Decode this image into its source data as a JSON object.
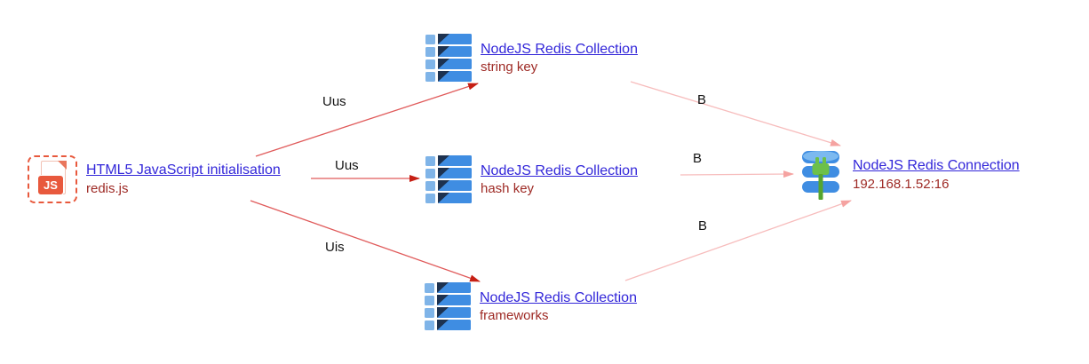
{
  "colors": {
    "link": "#3226d9",
    "subtitle": "#9e2a25",
    "label": "#141414",
    "edge_strong": "#e05a5a",
    "edge_strong_head": "#c61f14",
    "edge_weak": "#f7bcbc",
    "edge_weak_head": "#f5a3a1",
    "js_orange": "#e8593d",
    "js_fold": "#e9765c",
    "collection_bar": "#3f8de2",
    "collection_square": "#7fb4e8",
    "collection_fold": "#1d3250",
    "db_blue": "#3f8de2",
    "db_top": "#7cb9f0",
    "plug_green": "#6cc04a",
    "plug_stem": "#55a52f"
  },
  "nodes": {
    "source": {
      "title": "HTML5 JavaScript initialisation",
      "subtitle": "redis.js",
      "icon": "js-file-icon",
      "badge": "JS"
    },
    "collection_string": {
      "title": "NodeJS Redis Collection",
      "subtitle": "string key",
      "icon": "collection-icon"
    },
    "collection_hash": {
      "title": "NodeJS Redis Collection",
      "subtitle": "hash key",
      "icon": "collection-icon"
    },
    "collection_frameworks": {
      "title": "NodeJS Redis Collection",
      "subtitle": "frameworks",
      "icon": "collection-icon"
    },
    "connection": {
      "title": "NodeJS Redis Connection",
      "subtitle": "192.168.1.52:16",
      "icon": "database-plug-icon"
    }
  },
  "edges": [
    {
      "from": "source",
      "to": "collection_string",
      "label": "Uus"
    },
    {
      "from": "source",
      "to": "collection_hash",
      "label": "Uus"
    },
    {
      "from": "source",
      "to": "collection_frameworks",
      "label": "Uis"
    },
    {
      "from": "collection_string",
      "to": "connection",
      "label": "B"
    },
    {
      "from": "collection_hash",
      "to": "connection",
      "label": "B"
    },
    {
      "from": "collection_frameworks",
      "to": "connection",
      "label": "B"
    }
  ]
}
